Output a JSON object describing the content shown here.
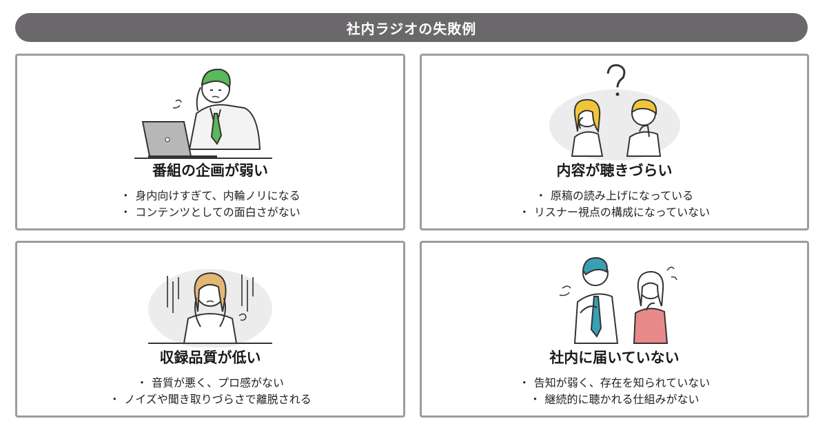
{
  "header": {
    "title": "社内ラジオの失敗例"
  },
  "cards": [
    {
      "title": "番組の企画が弱い",
      "bullets": [
        "身内向けすぎて、内輪ノリになる",
        "コンテンツとしての面白さがない"
      ],
      "illustration": "man-at-laptop-troubled-icon"
    },
    {
      "title": "内容が聴きづらい",
      "bullets": [
        "原稿の読み上げになっている",
        "リスナー視点の構成になっていない"
      ],
      "illustration": "confused-listeners-icon"
    },
    {
      "title": "収録品質が低い",
      "bullets": [
        "音質が悪く、プロ感がない",
        "ノイズや聞き取りづらさで離脱される"
      ],
      "illustration": "stressed-woman-icon"
    },
    {
      "title": "社内に届いていない",
      "bullets": [
        "告知が弱く、存在を知られていない",
        "継続的に聴かれる仕組みがない"
      ],
      "illustration": "unaware-colleagues-icon"
    }
  ],
  "bullet_symbol": "・",
  "colors": {
    "header_bg": "#6b686b",
    "card_border": "#9c9c9c",
    "accent_green": "#5bb85b",
    "accent_yellow": "#f2c43a",
    "accent_teal": "#3a9fb5",
    "accent_pink": "#e98a8a"
  }
}
